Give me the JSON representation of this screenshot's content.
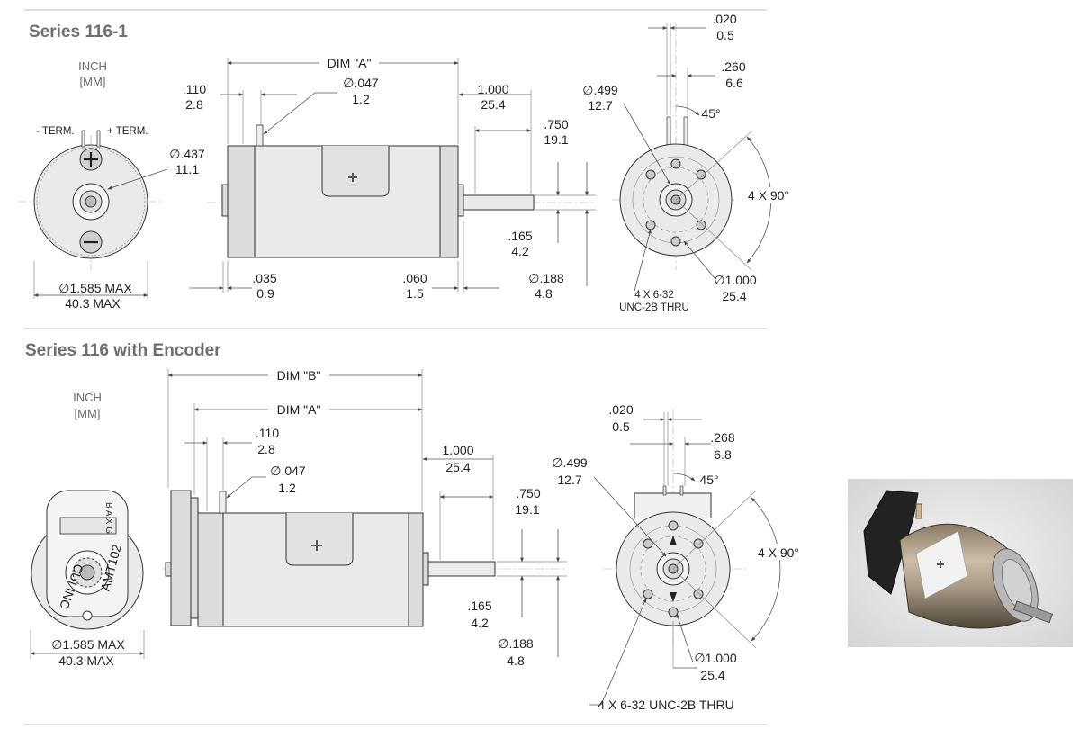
{
  "series1": {
    "title": "Series 116-1",
    "units": [
      "INCH",
      "[MM]"
    ],
    "terminals": {
      "neg": "- TERM.",
      "pos": "+ TERM."
    },
    "dims": {
      "dim_a": "DIM \"A\"",
      "d110": [
        ".110",
        "2.8"
      ],
      "d047": [
        "∅.047",
        "1.2"
      ],
      "d1000": [
        "1.000",
        "25.4"
      ],
      "d750": [
        ".750",
        "19.1"
      ],
      "d437": [
        "∅.437",
        "11.1"
      ],
      "d165": [
        ".165",
        "4.2"
      ],
      "d188": [
        "∅.188",
        "4.8"
      ],
      "d035": [
        ".035",
        "0.9"
      ],
      "d060": [
        ".060",
        "1.5"
      ],
      "d1585": [
        "∅1.585  MAX",
        "40.3  MAX"
      ],
      "d020": [
        ".020",
        "0.5"
      ],
      "d260": [
        ".260",
        "6.6"
      ],
      "d499": [
        "∅.499",
        "12.7"
      ],
      "angle45": "45°",
      "angle4x90": "4 X  90°",
      "d1000b": [
        "∅1.000",
        "25.4"
      ],
      "thread": [
        "4 X 6-32",
        "UNC-2B THRU"
      ]
    }
  },
  "series2": {
    "title": "Series 116 with Encoder",
    "units": [
      "INCH",
      "[MM]"
    ],
    "encoder_text": {
      "line1": "AMT102",
      "line2": "CUI INC",
      "small": "B A X G"
    },
    "dims": {
      "dim_b": "DIM \"B\"",
      "dim_a": "DIM \"A\"",
      "d110": [
        ".110",
        "2.8"
      ],
      "d047": [
        "∅.047",
        "1.2"
      ],
      "d1000": [
        "1.000",
        "25.4"
      ],
      "d750": [
        ".750",
        "19.1"
      ],
      "d165": [
        ".165",
        "4.2"
      ],
      "d188": [
        "∅.188",
        "4.8"
      ],
      "d1585": [
        "∅1.585 MAX",
        "40.3 MAX"
      ],
      "d020": [
        ".020",
        "0.5"
      ],
      "d268": [
        ".268",
        "6.8"
      ],
      "d499": [
        "∅.499",
        "12.7"
      ],
      "angle45": "45°",
      "angle4x90": "4 X 90°",
      "d1000b": [
        "∅1.000",
        "25.4"
      ],
      "thread": "4 X 6-32 UNC-2B THRU"
    }
  },
  "colors": {
    "title": "#6e6e6e",
    "line": "#555555",
    "body": "#eaeaea",
    "photo_bg": "#e6e6e6"
  }
}
